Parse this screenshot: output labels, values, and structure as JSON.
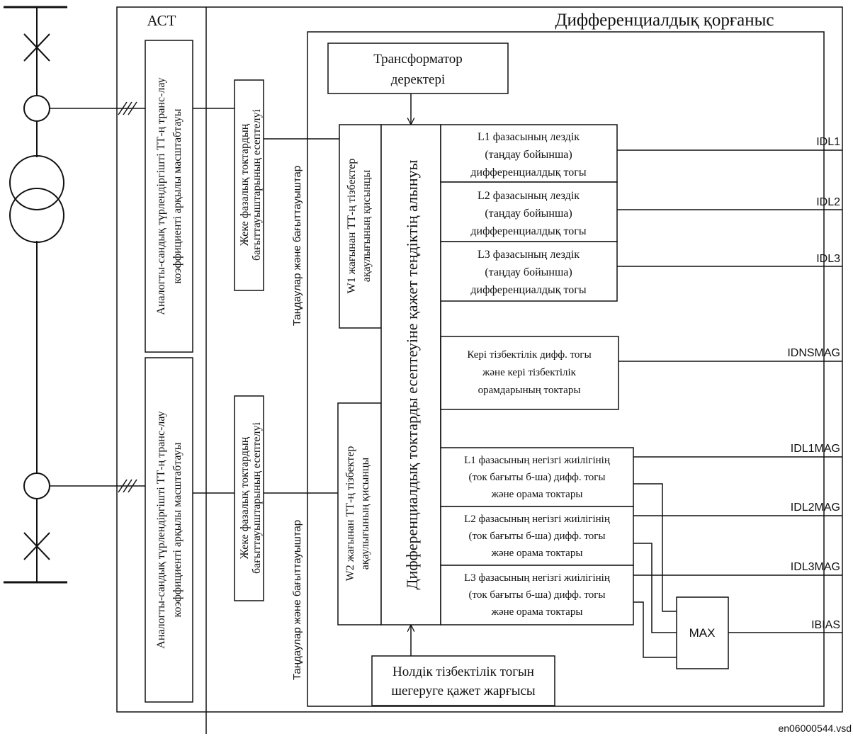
{
  "diagram": {
    "title": "Дифференциалдық қорғаныс",
    "act_label": "АСТ",
    "adc_block": [
      "Аналогты-сандық түрлендіргішті ТТ-ң транс-лау",
      "коэффициенті арқылы масштабтауы"
    ],
    "phasor_block": [
      "Жеке фазалық токтардың",
      "бағыттауыштарының есептелуі"
    ],
    "selection_label": "Таңдаулар және бағыттауыштар",
    "w1_block": [
      "W1 жағынан ТТ-ң тізбектер",
      "ақаулығының қисынцы"
    ],
    "w2_block": [
      "W2 жағынан ТТ-ң тізбектер",
      "ақаулығының қисынцы"
    ],
    "calc_block": "Дифференциалдық токтарды есептеуіне қажет теңдіктің алынуы",
    "transformer_block": [
      "Трансформатор",
      "деректері"
    ],
    "zero_seq_block": [
      "Нолдік тізбектілік тогын",
      "шегеруге қажет жарғысы"
    ],
    "inst_blocks": [
      [
        "L1 фазасының лездік",
        "(таңдау бойынша)",
        "дифференциалдық тогы"
      ],
      [
        "L2 фазасының лездік",
        "(таңдау бойынша)",
        "дифференциалдық тогы"
      ],
      [
        "L3 фазасының лездік",
        "(таңдау бойынша)",
        "дифференциалдық тогы"
      ]
    ],
    "neg_seq_block": [
      "Кері тізбектілік дифф. тогы",
      "және кері тізбектілік",
      "орамдарының токтары"
    ],
    "fund_blocks": [
      [
        "L1 фазасының негізгі жиілігінің",
        "(ток бағыты б-ша) дифф. тогы",
        "және орама токтары"
      ],
      [
        "L2 фазасының негізгі жиілігінің",
        "(ток бағыты б-ша) дифф. тогы",
        "және орама токтары"
      ],
      [
        "L3 фазасының негізгі жиілігінің",
        "(ток бағыты б-ша) дифф. тогы",
        "және орама токтары"
      ]
    ],
    "max_block": "MAX",
    "outputs": [
      "IDL1",
      "IDL2",
      "IDL3",
      "IDNSMAG",
      "IDL1MAG",
      "IDL2MAG",
      "IDL3MAG",
      "IBIAS"
    ],
    "footer": "en06000544.vsd"
  }
}
